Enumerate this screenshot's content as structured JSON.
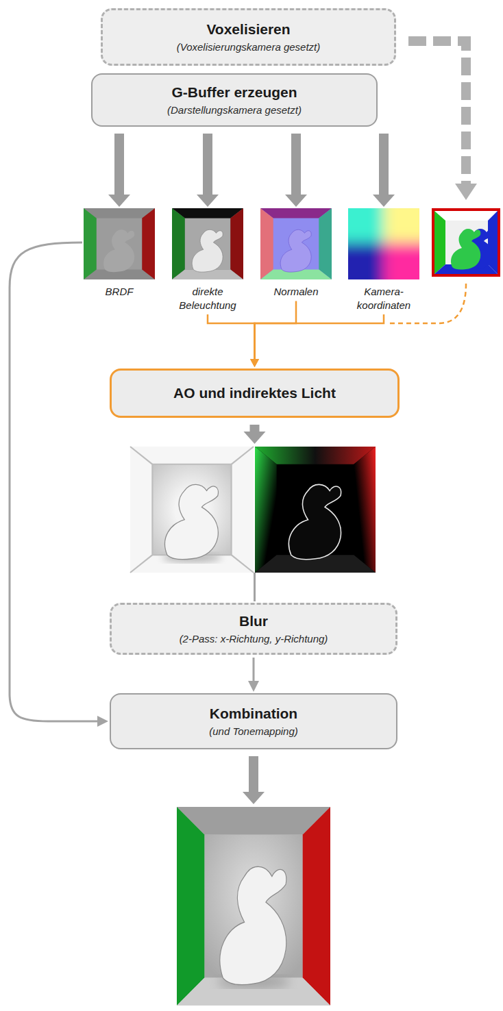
{
  "diagram": {
    "nodes": [
      {
        "text": [
          "Voxelisieren",
          "(Voxelisierungskamera gesetzt)"
        ]
      },
      {
        "text": [
          "G-Buffer erzeugen",
          "(Darstellungskamera gesetzt)"
        ]
      },
      {
        "text": [
          "BRDF"
        ]
      },
      {
        "text": [
          "direkte Beleuchtung"
        ]
      },
      {
        "text": [
          "Normalen"
        ]
      },
      {
        "text": [
          "Kamera- koordinaten"
        ]
      },
      {
        "text": [
          "AO und indirektes Licht"
        ]
      },
      {
        "text": [
          "Blur",
          "(2-Pass: x-Richtung, y-Richtung)"
        ]
      },
      {
        "text": [
          "Kombination",
          "(und Tonemapping)"
        ]
      }
    ],
    "edges": [
      {
        "from": 1,
        "to": 2,
        "arrow": "to"
      },
      {
        "from": 1,
        "to": 3,
        "arrow": "to"
      },
      {
        "from": 1,
        "to": 4,
        "arrow": "to"
      },
      {
        "from": 1,
        "to": 5,
        "arrow": "to"
      },
      {
        "from": 3,
        "to": 6,
        "arrow": "to"
      },
      {
        "from": 4,
        "to": 6,
        "arrow": "to"
      },
      {
        "from": 5,
        "to": 6,
        "arrow": "to"
      },
      {
        "from": 6,
        "to": 7,
        "arrow": "to"
      },
      {
        "from": 7,
        "to": 8,
        "arrow": "to"
      },
      {
        "from": 2,
        "to": 8,
        "arrow": "to"
      }
    ]
  }
}
